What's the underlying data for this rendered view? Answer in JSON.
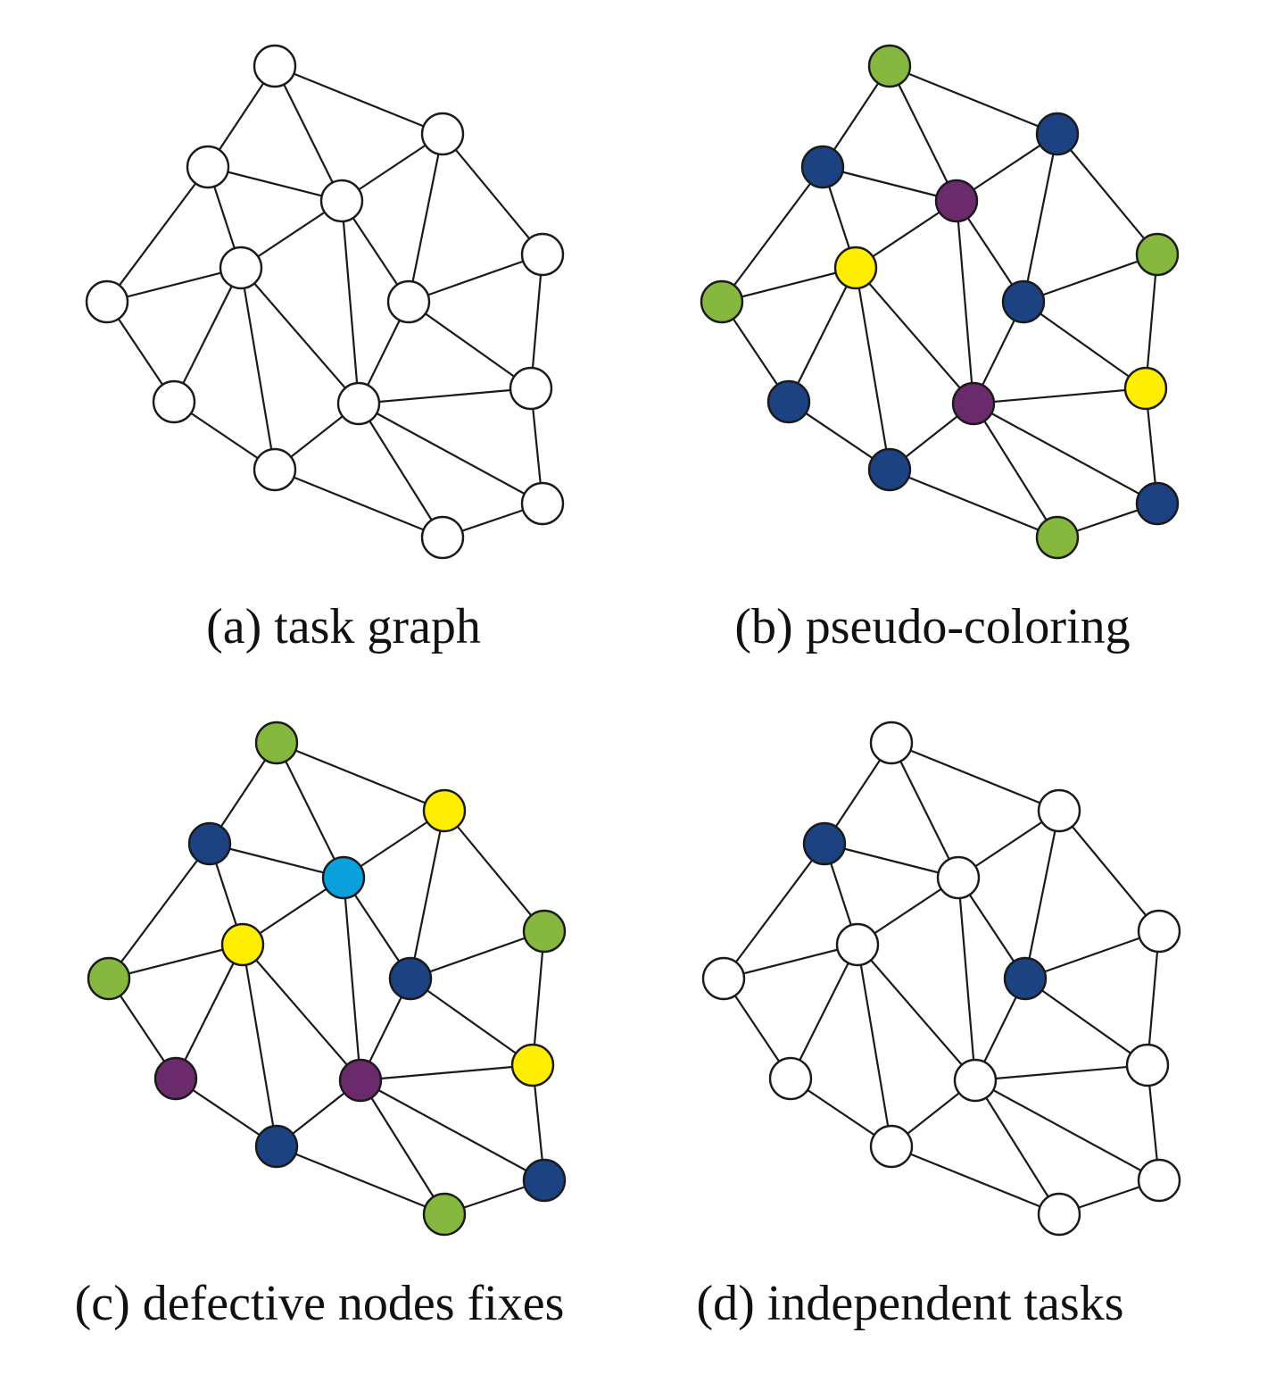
{
  "panels": [
    {
      "id": "a",
      "caption": "(a) task graph",
      "node_colors": [
        "white",
        "white",
        "white",
        "white",
        "white",
        "white",
        "white",
        "white",
        "white",
        "white",
        "white",
        "white",
        "white",
        "white",
        "white"
      ]
    },
    {
      "id": "b",
      "caption": "(b) pseudo-coloring",
      "node_colors": [
        "green",
        "blue",
        "blue",
        "purple",
        "yellow",
        "green",
        "green",
        "blue",
        "blue",
        "purple",
        "yellow",
        "blue",
        "blue",
        "green",
        "blue"
      ]
    },
    {
      "id": "c",
      "caption": "(c) defective nodes fixes",
      "node_colors": [
        "green",
        "yellow",
        "blue",
        "cyan",
        "yellow",
        "green",
        "green",
        "blue",
        "purple",
        "purple",
        "yellow",
        "blue",
        "blue",
        "green",
        "blue"
      ]
    },
    {
      "id": "d",
      "caption": "(d) independent tasks",
      "node_colors": [
        "white",
        "white",
        "blue",
        "white",
        "white",
        "white",
        "white",
        "blue",
        "white",
        "white",
        "white",
        "white",
        "white",
        "white",
        "blue"
      ]
    }
  ],
  "colors": {
    "white": "#ffffff",
    "green": "#86b840",
    "blue": "#1c4282",
    "purple": "#6b2a6b",
    "yellow": "#ffee00",
    "cyan": "#0aa0dc"
  }
}
